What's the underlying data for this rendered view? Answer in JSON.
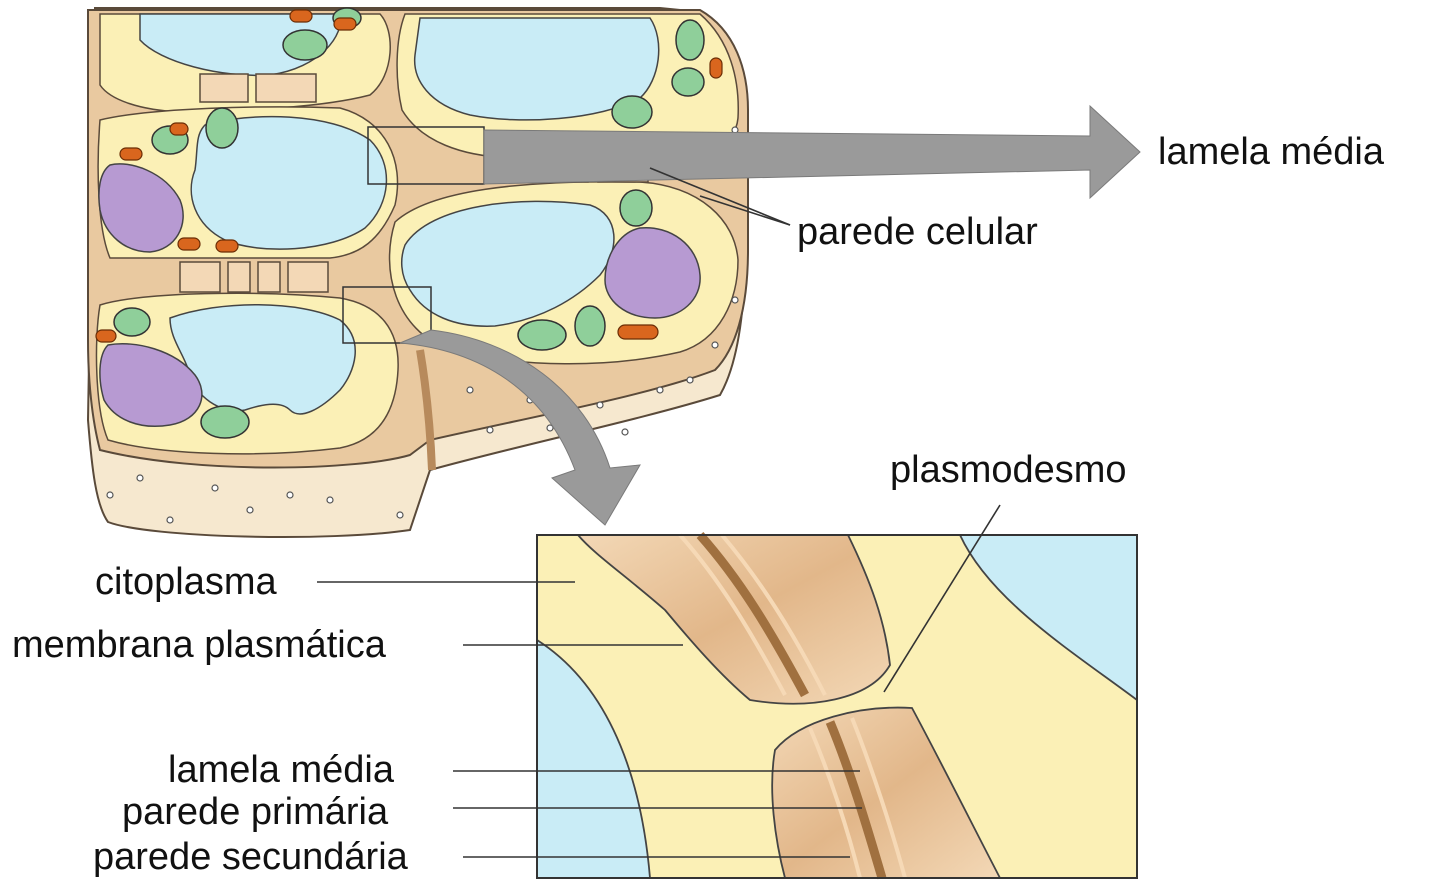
{
  "labels": {
    "lamela_media_top": "lamela média",
    "parede_celular": "parede celular",
    "plasmodesmo": "plasmodesmo",
    "citoplasma": "citoplasma",
    "membrana_plasmatica": "membrana plasmática",
    "lamela_media_bottom": "lamela média",
    "parede_primaria": "parede primária",
    "parede_secundaria": "parede secundária"
  },
  "colors": {
    "vacuole": "#c9ecf6",
    "cytoplasm": "#fbf0b6",
    "wall": "#e6c7a0",
    "wall_dark": "#b78a5c",
    "tissue_face": "#f6e8cf",
    "nucleus": "#b79ad2",
    "chloroplast": "#8fcf9a",
    "mitochondrion": "#d9661e",
    "arrow": "#9a9a9a",
    "leader_line": "#333333"
  }
}
